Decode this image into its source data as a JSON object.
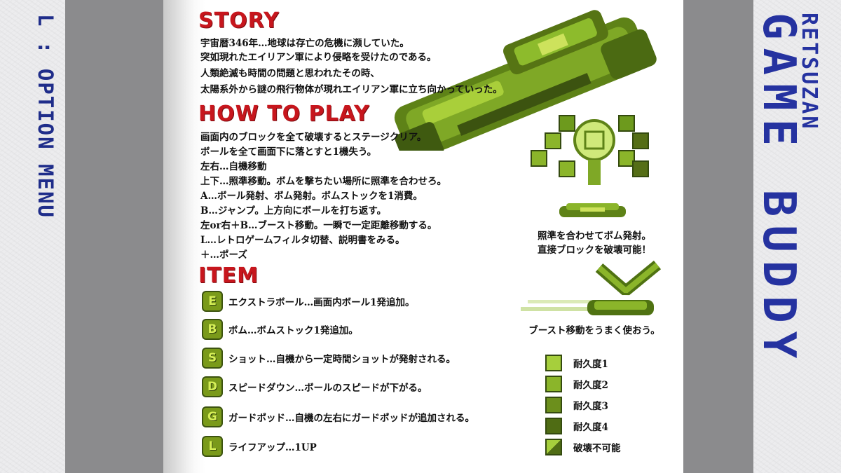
{
  "side": {
    "left_label": "L : OPTION MENU",
    "brand_top": "RETSUZAN",
    "brand_main": "GAME BUDDY"
  },
  "story": {
    "heading": "STORY",
    "lines": [
      "宇宙暦346年…地球は存亡の危機に瀕していた。",
      "突如現れたエイリアン軍により侵略を受けたのである。",
      "人類絶滅も時間の問題と思われたその時、",
      "太陽系外から謎の飛行物体が現れエイリアン軍に立ち向かっていった。"
    ]
  },
  "how_to_play": {
    "heading": "HOW TO PLAY",
    "lines": [
      "画面内のブロックを全て破壊するとステージクリア。",
      "ボールを全て画面下に落とすと1機失う。",
      "左右…自機移動",
      "上下…照準移動。ボムを撃ちたい場所に照準を合わせろ。",
      "A…ボール発射、ボム発射。ボムストックを1消費。",
      "B…ジャンプ。上方向にボールを打ち返す。",
      "左or右＋B…ブースト移動。一瞬で一定距離移動する。",
      "L…レトロゲームフィルタ切替、説明書をみる。",
      "＋…ポーズ"
    ]
  },
  "item": {
    "heading": "ITEM",
    "entries": [
      {
        "icon": "E",
        "text": "エクストラボール…画面内ボール1発追加。"
      },
      {
        "icon": "B",
        "text": "ボム…ボムストック1発追加。"
      },
      {
        "icon": "S",
        "text": "ショット…自機から一定時間ショットが発射される。"
      },
      {
        "icon": "D",
        "text": "スピードダウン…ボールのスピードが下がる。"
      },
      {
        "icon": "G",
        "text": "ガードポッド…自機の左右にガードポッドが追加される。"
      },
      {
        "icon": "L",
        "text": "ライフアップ…1UP"
      }
    ]
  },
  "captions": {
    "bomb_line1": "照準を合わせてボム発射。",
    "bomb_line2": "直接ブロックを破壊可能！",
    "boost": "ブースト移動をうまく使おう。"
  },
  "durability": [
    {
      "label": "耐久度1",
      "level": 1
    },
    {
      "label": "耐久度2",
      "level": 2
    },
    {
      "label": "耐久度3",
      "level": 3
    },
    {
      "label": "耐久度4",
      "level": 4
    },
    {
      "label": "破壊不可能",
      "level": 0
    }
  ],
  "colors": {
    "heading_red": "#c7161d",
    "brand_blue": "#2532a0",
    "pixel_green": "#8bb52a",
    "pixel_dark": "#344a0f"
  }
}
